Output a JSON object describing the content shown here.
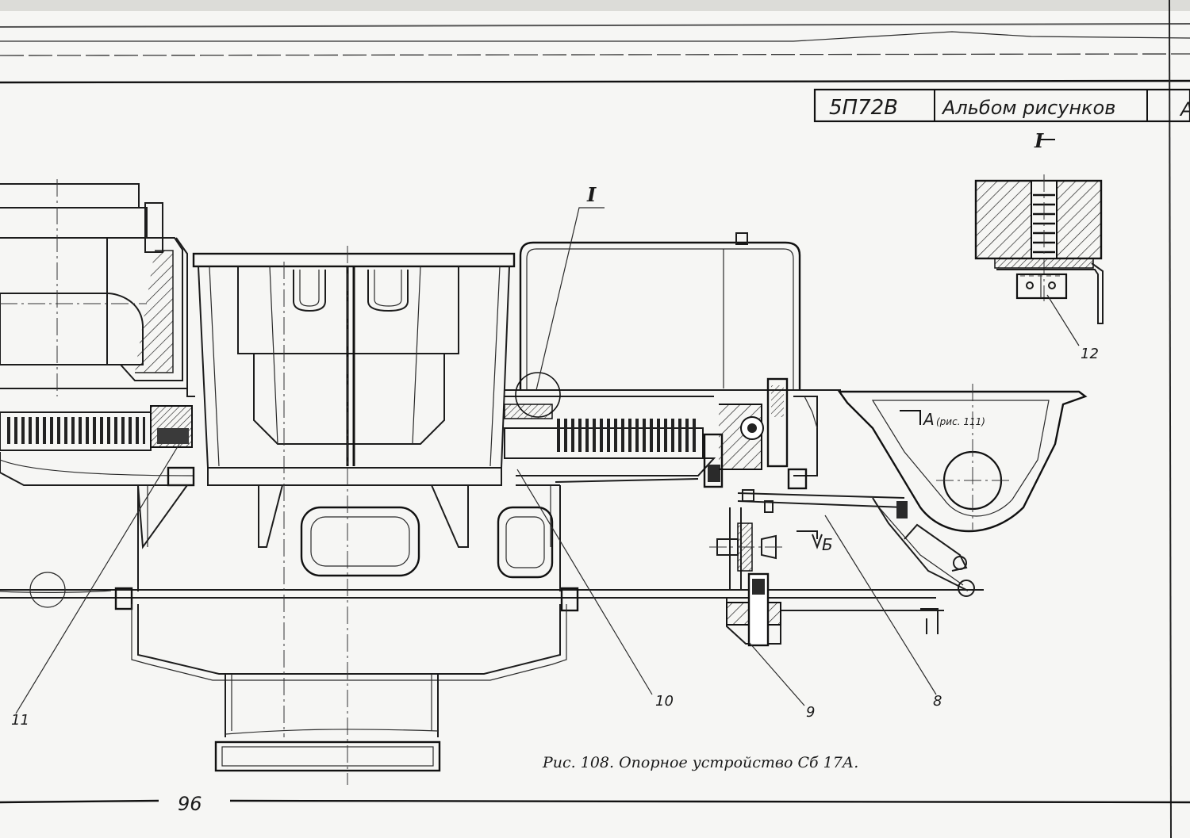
{
  "title_block": {
    "code": "5П72В",
    "album": "Альбом рисунков",
    "cut_letter": "А"
  },
  "detail": {
    "label": "I"
  },
  "view_marks": {
    "section_a": "А",
    "section_a_ref": "(рис. 111)",
    "section_b": "Б",
    "section_i": "I"
  },
  "callouts": {
    "n8": "8",
    "n9": "9",
    "n10": "10",
    "n11": "11",
    "n12": "12"
  },
  "caption": "Рис. 108. Опорное устройство Сб 17А.",
  "page_number": "96"
}
